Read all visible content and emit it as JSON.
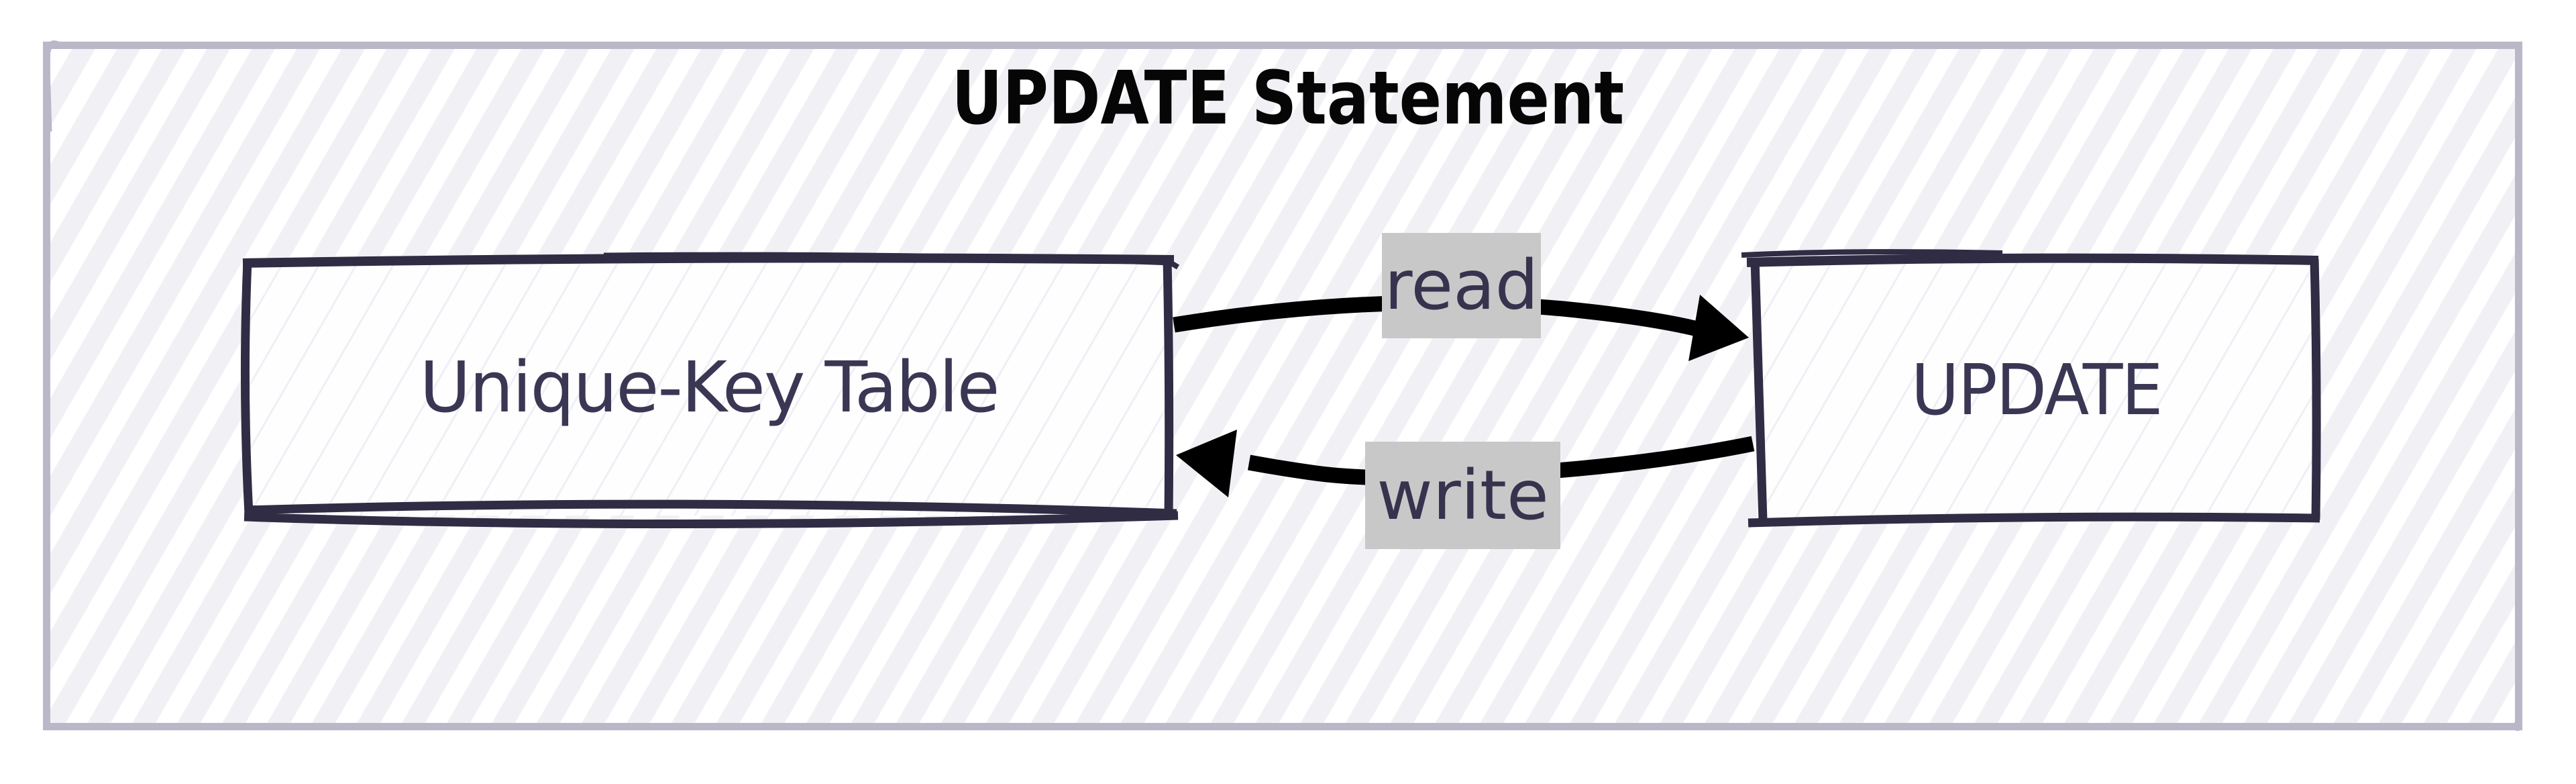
{
  "diagram": {
    "title": "UPDATE Statement",
    "nodes": [
      {
        "id": "unique-key-table",
        "label": "Unique-Key Table"
      },
      {
        "id": "update",
        "label": "UPDATE"
      }
    ],
    "edges": [
      {
        "label": "read",
        "from": "Unique-Key Table",
        "to": "UPDATE",
        "direction": "left-to-right"
      },
      {
        "label": "write",
        "from": "UPDATE",
        "to": "Unique-Key Table",
        "direction": "right-to-left"
      }
    ],
    "colors": {
      "frame_border": "#b9b7c8",
      "frame_background": "#f1f1f5",
      "hatch_stripe": "#ffffff",
      "node_border": "#302c44",
      "node_fill": "#fefefe",
      "node_text": "#3a3754",
      "edge_stroke": "#000000",
      "edge_label_background": "#c9c8c8",
      "edge_label_text": "#37334e",
      "title_text": "#060606"
    }
  }
}
